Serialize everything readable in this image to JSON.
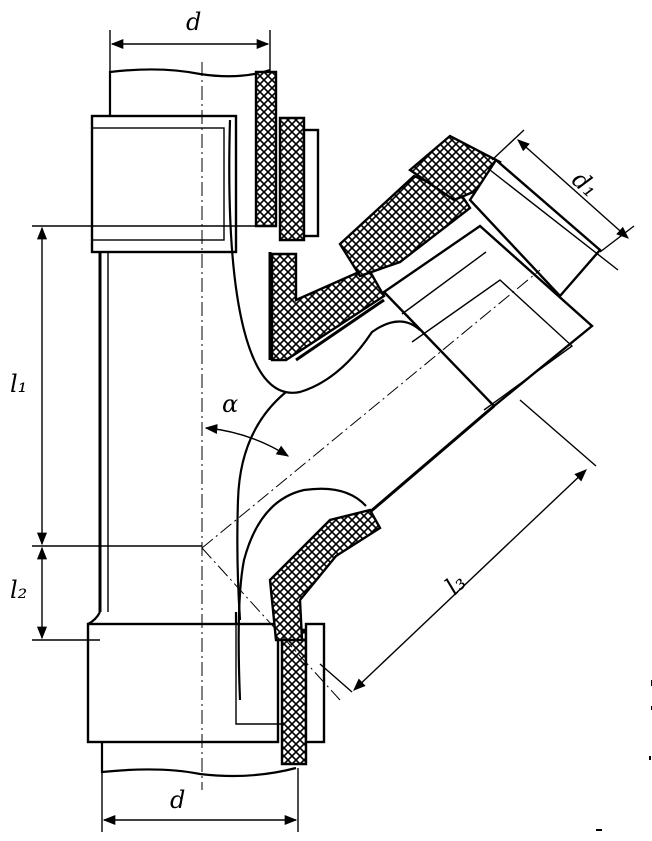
{
  "labels": {
    "d_top": "d",
    "d_bottom": "d",
    "d1": "d₁",
    "l1": "l₁",
    "l2": "l₂",
    "l3": "l₃",
    "alpha": "α"
  }
}
